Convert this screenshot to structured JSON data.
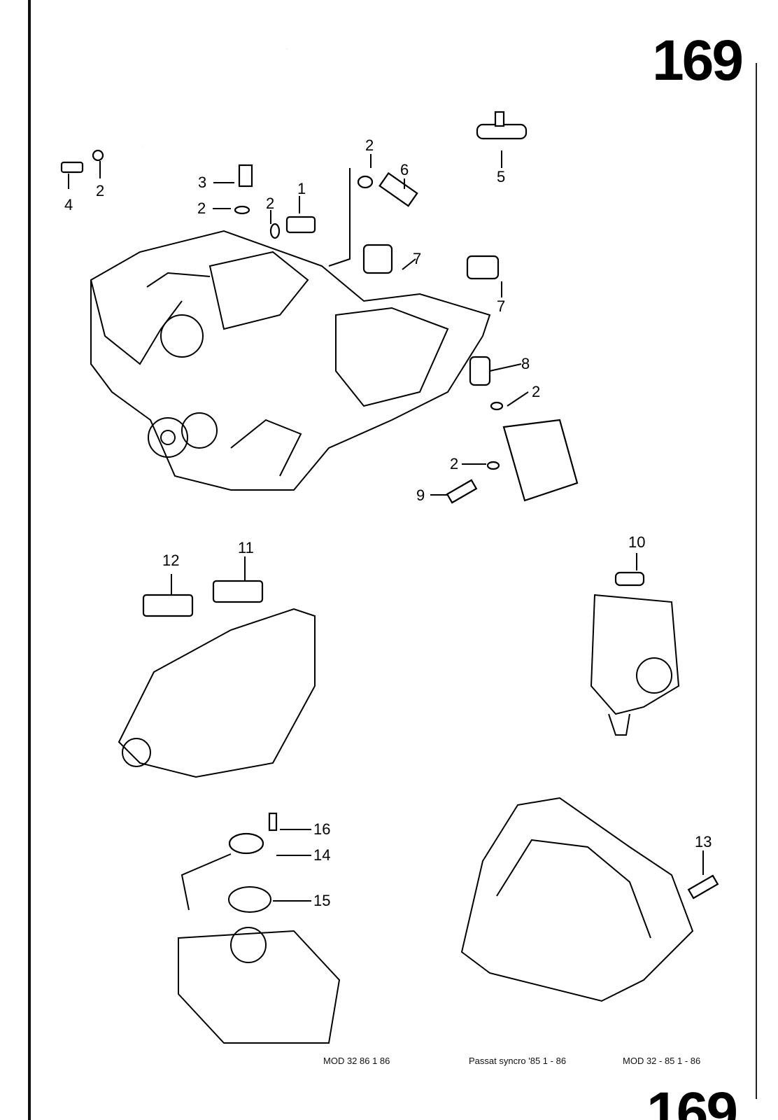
{
  "page": {
    "number": "169",
    "number_bottom_partial": "169"
  },
  "footer": {
    "left": "MOD 32  86   1  86",
    "center": "Passat syncro '85 1 - 86",
    "right": "MOD 32 - 85   1 - 86"
  },
  "callouts": {
    "c1": "1",
    "c2a": "2",
    "c2b": "2",
    "c2c": "2",
    "c2d": "2",
    "c2e": "2",
    "c2f": "2",
    "c3": "3",
    "c4": "4",
    "c5": "5",
    "c6": "6",
    "c7a": "7",
    "c7b": "7",
    "c8": "8",
    "c9": "9",
    "c10": "10",
    "c11": "11",
    "c12": "12",
    "c13": "13",
    "c14": "14",
    "c15": "15",
    "c16": "16"
  }
}
